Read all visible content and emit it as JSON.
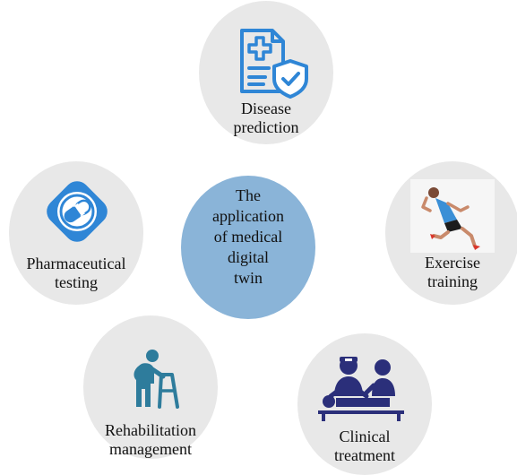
{
  "center": {
    "lines": [
      "The",
      "application",
      "of medical",
      "digital",
      "twin"
    ],
    "color": "#8ab4d8"
  },
  "nodes": [
    {
      "id": "disease-prediction",
      "lines": [
        "Disease",
        "prediction"
      ],
      "icon": "medical-document-shield-icon"
    },
    {
      "id": "exercise-training",
      "lines": [
        "Exercise",
        "training"
      ],
      "icon": "runner-icon"
    },
    {
      "id": "clinical-treatment",
      "lines": [
        "Clinical",
        "treatment"
      ],
      "icon": "doctor-patient-icon"
    },
    {
      "id": "rehabilitation-management",
      "lines": [
        "Rehabilitation",
        "management"
      ],
      "icon": "person-with-walker-icon"
    },
    {
      "id": "pharmaceutical-testing",
      "lines": [
        "Pharmaceutical",
        "testing"
      ],
      "icon": "pill-capsule-icon"
    }
  ],
  "colors": {
    "node_fill": "#e8e8e8",
    "icon_blue": "#2f86d6",
    "icon_navy": "#2b2f7a",
    "icon_teal": "#2e7c9c",
    "runner_shirt": "#3a8fd6",
    "runner_shorts": "#1c1c1c"
  }
}
